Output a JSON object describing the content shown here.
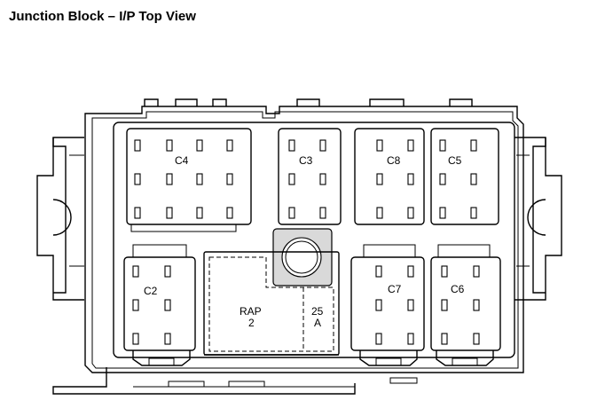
{
  "title": "Junction Block – I/P Top View",
  "connectors": {
    "c4": "C4",
    "c3": "C3",
    "c8": "C8",
    "c5": "C5",
    "c2": "C2",
    "c7": "C7",
    "c6": "C6"
  },
  "rap": {
    "line1": "RAP",
    "line2": "2"
  },
  "fuse": {
    "line1": "25",
    "line2": "A"
  },
  "colors": {
    "line": "#000000",
    "shade": "#d9d9d9",
    "background": "#ffffff"
  }
}
